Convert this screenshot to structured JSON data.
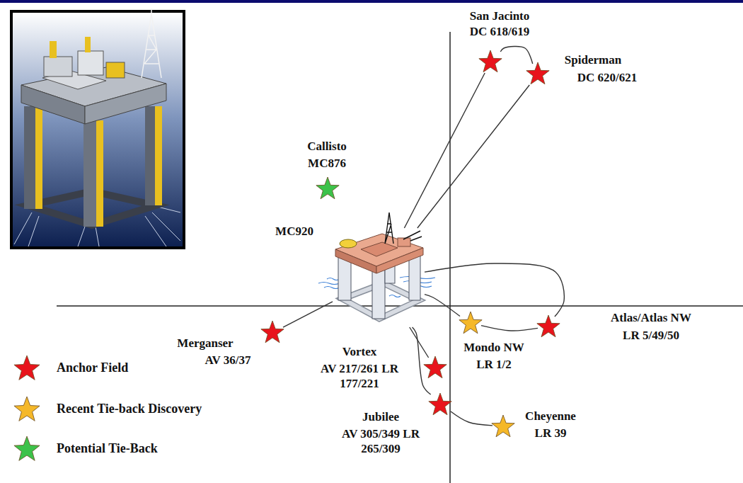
{
  "diagram": {
    "nodes": [
      {
        "text": [
          "San Jacinto",
          "DC 618/619"
        ]
      },
      {
        "text": [
          "Spiderman",
          "DC 620/621"
        ]
      },
      {
        "text": [
          "Callisto",
          "MC876"
        ]
      },
      {
        "text": [
          "MC920"
        ]
      },
      {
        "text": [
          "Atlas/Atlas NW",
          "LR 5/49/50"
        ]
      },
      {
        "text": [
          "Merganser",
          "AV 36/37"
        ]
      },
      {
        "text": [
          "Mondo NW",
          "LR 1/2"
        ]
      },
      {
        "text": [
          "Vortex",
          "AV 217/261 LR 177/221"
        ]
      },
      {
        "text": [
          "Cheyenne",
          "LR 39"
        ]
      },
      {
        "text": [
          "Jubilee",
          "AV 305/349 LR 265/309"
        ]
      }
    ],
    "edges": [
      {
        "from": 3,
        "to": 0,
        "arrow": "none"
      },
      {
        "from": 0,
        "to": 1,
        "arrow": "none"
      },
      {
        "from": 1,
        "to": 3,
        "arrow": "none"
      },
      {
        "from": 3,
        "to": 4,
        "arrow": "none"
      },
      {
        "from": 4,
        "to": 6,
        "arrow": "none"
      },
      {
        "from": 6,
        "to": 3,
        "arrow": "none"
      },
      {
        "from": 3,
        "to": 5,
        "arrow": "none"
      },
      {
        "from": 3,
        "to": 7,
        "arrow": "none"
      },
      {
        "from": 3,
        "to": 9,
        "arrow": "none"
      },
      {
        "from": 9,
        "to": 8,
        "arrow": "none"
      }
    ],
    "legend": [
      {
        "text": "Anchor Field",
        "color": "#e8141c"
      },
      {
        "text": "Recent Tie-back Discovery",
        "color": "#f5b829"
      },
      {
        "text": "Potential Tie-Back",
        "color": "#3cc24a"
      }
    ]
  }
}
